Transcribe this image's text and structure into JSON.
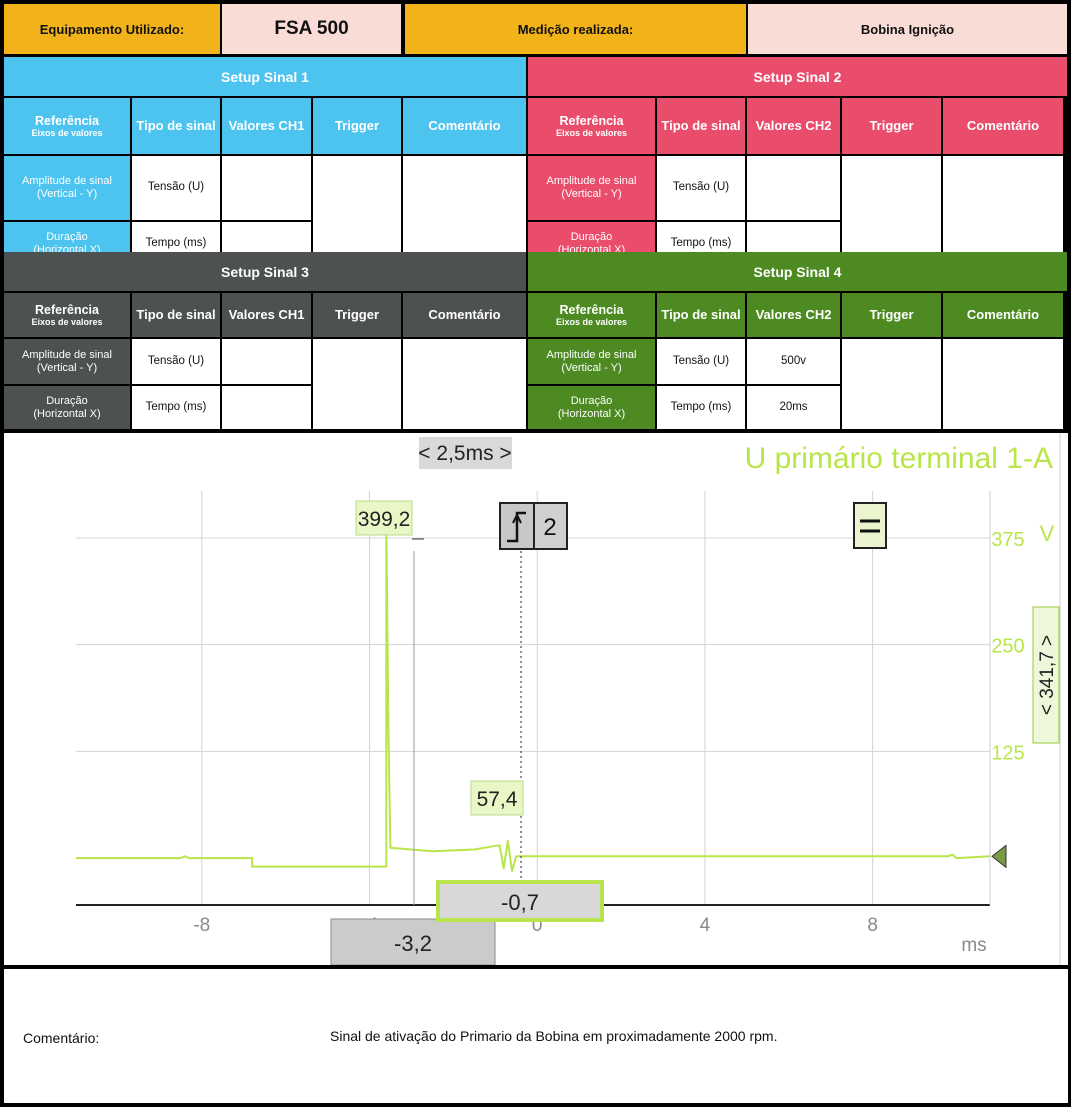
{
  "header": {
    "equipment_label": "Equipamento Utilizado:",
    "equipment_value": "FSA 500",
    "measurement_label": "Medição realizada:",
    "measurement_value": "Bobina Ignição"
  },
  "common": {
    "ref_title": "Referência",
    "ref_sub": "Eixos de valores",
    "tipo": "Tipo de sinal",
    "trigger": "Trigger",
    "comentario": "Comentário",
    "amp": "Amplitude de sinal",
    "amp_sub": "(Vertical - Y)",
    "dur": "Duração",
    "dur_sub": "(Horizontal X)",
    "tensao": "Tensão (U)",
    "tempo": "Tempo (ms)"
  },
  "setups": [
    {
      "title": "Setup Sinal 1",
      "valores": "Valores CH1",
      "color": "#4dc4f0",
      "amp_value": "",
      "dur_value": ""
    },
    {
      "title": "Setup Sinal 2",
      "valores": "Valores CH2",
      "color": "#ea4d6c",
      "amp_value": "",
      "dur_value": ""
    },
    {
      "title": "Setup Sinal 3",
      "valores": "Valores CH1",
      "color": "#4e5152",
      "amp_value": "",
      "dur_value": ""
    },
    {
      "title": "Setup Sinal 4",
      "valores": "Valores CH2",
      "color": "#4d8b22",
      "amp_value": "500v",
      "dur_value": "20ms"
    }
  ],
  "scope": {
    "trace_title": "U primário terminal 1-A",
    "time_div": "< 2,5ms >",
    "volt_div": "< 341,7 >",
    "unit_y": "V",
    "unit_x": "ms",
    "trigger_num": "2",
    "marker_peak": "399,2",
    "marker_mid": "57,4",
    "cursor_a": "-0,7",
    "cursor_b": "-3,2",
    "accent": "#b8e64a",
    "chart_data": {
      "type": "line",
      "x_ticks": [
        "-8",
        "-4",
        "0",
        "4",
        "8"
      ],
      "y_ticks": [
        "375",
        "250",
        "125"
      ],
      "xlim": [
        -11,
        10.8
      ],
      "ylim": [
        -55,
        430
      ],
      "series": [
        {
          "x": [
            -11,
            -8.5,
            -8.4,
            -8.3,
            -6.8,
            -6.8,
            -3.6,
            -3.6,
            -3.55,
            -3.5,
            -2.5,
            -1.5,
            -0.9,
            -0.8,
            -0.7,
            -0.6,
            -0.5,
            1,
            3,
            5,
            7,
            9.8,
            9.9,
            10,
            10.8
          ],
          "y": [
            0,
            0,
            2,
            0,
            0,
            -10,
            -10,
            399,
            150,
            12,
            8,
            10,
            15,
            -12,
            20,
            -15,
            2,
            2,
            2,
            2,
            2,
            2,
            4,
            0,
            2
          ]
        }
      ]
    }
  },
  "comment": {
    "label": "Comentário:",
    "text": "Sinal de ativação do Primario da Bobina em proximadamente 2000 rpm."
  }
}
